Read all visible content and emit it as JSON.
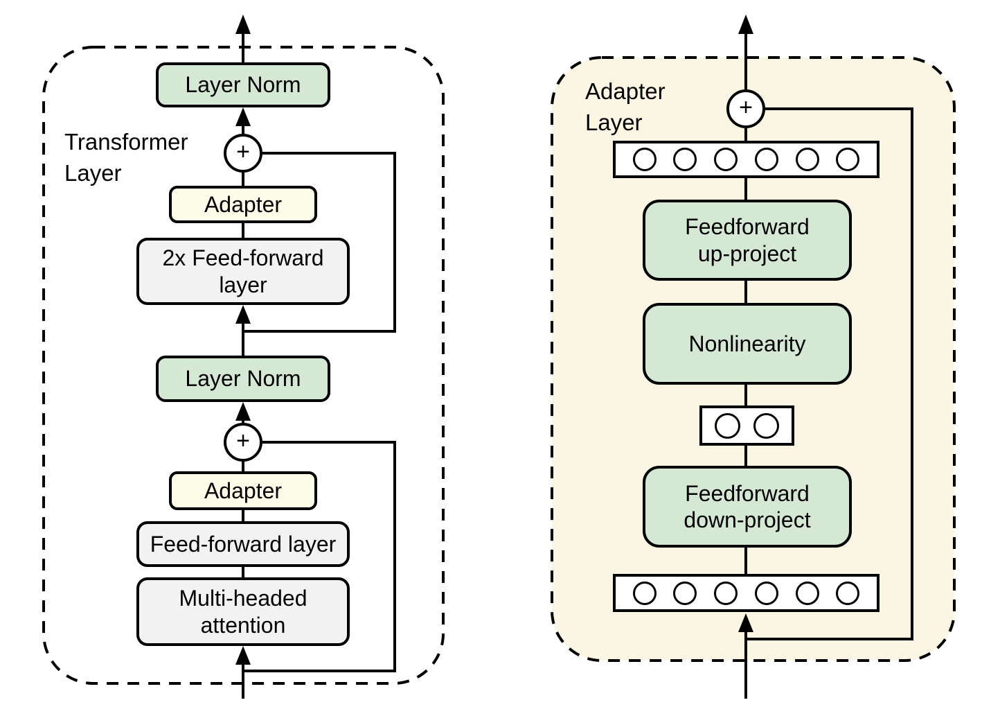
{
  "left_panel": {
    "label": "Transformer\nLayer",
    "boxes": {
      "layer_norm_top": "Layer Norm",
      "adapter_top": "Adapter",
      "feedforward_2x": "2x Feed-forward\nlayer",
      "layer_norm_mid": "Layer Norm",
      "adapter_bottom": "Adapter",
      "feedforward": "Feed-forward layer",
      "attention": "Multi-headed\nattention"
    },
    "plus_top": "+",
    "plus_bottom": "+"
  },
  "right_panel": {
    "label": "Adapter\nLayer",
    "boxes": {
      "up_project": "Feedforward\nup-project",
      "nonlinearity": "Nonlinearity",
      "down_project": "Feedforward\ndown-project"
    },
    "plus": "+"
  },
  "colors": {
    "green_box": "#d5e8d4",
    "yellow_box": "#fdfce8",
    "gray_box": "#f2f2f2",
    "right_panel_bg": "#faf6e3",
    "line": "#000000"
  }
}
